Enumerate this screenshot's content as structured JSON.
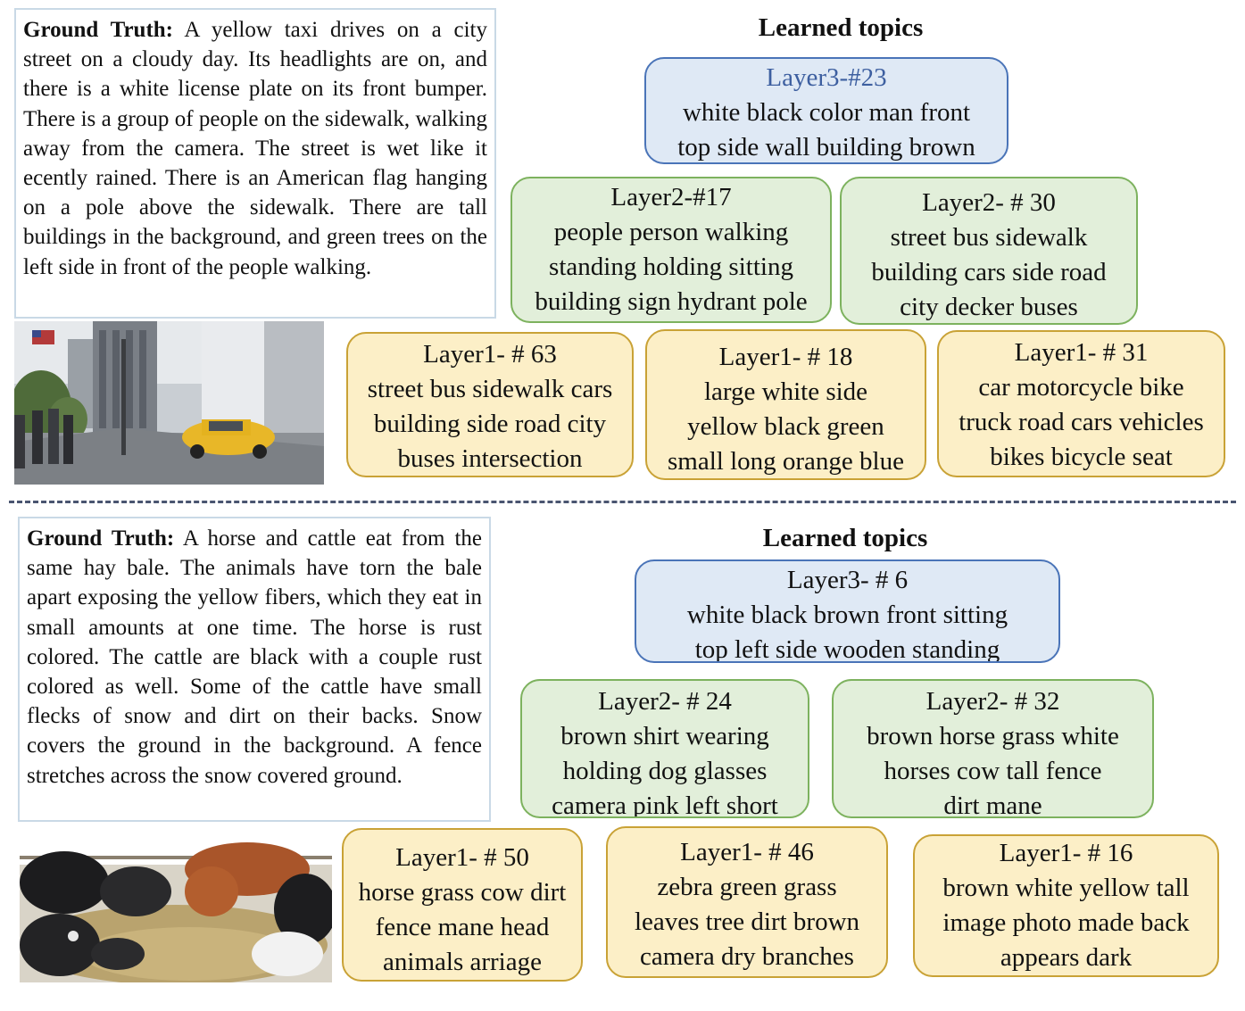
{
  "panels": [
    {
      "ground_truth_label": "Ground Truth:",
      "ground_truth_text": "A yellow taxi drives on a city street on a cloudy day. Its headlights are on, and there is a white license plate on its front bumper. There is a group of people on the sidewalk, walking away from the camera. The street is wet like it ecently rained. There is an American flag hanging on a pole above the sidewalk. There are tall buildings in the background, and green trees on the left side in front of the people walking.",
      "heading": "Learned topics",
      "layer3": [
        {
          "title": "Layer3-#23",
          "lines": [
            "white black color man front",
            "top side wall building brown"
          ]
        }
      ],
      "layer2": [
        {
          "title": "Layer2-#17",
          "lines": [
            "people person walking",
            "standing holding sitting",
            "building sign hydrant pole"
          ]
        },
        {
          "title": "Layer2- # 30",
          "lines": [
            "street bus sidewalk",
            "building cars side road",
            "city decker buses"
          ]
        }
      ],
      "layer1": [
        {
          "title": "Layer1- # 63",
          "lines": [
            "street bus sidewalk cars",
            "building side road city",
            "buses intersection"
          ]
        },
        {
          "title": "Layer1- # 18",
          "lines": [
            "large white side",
            "yellow black green",
            "small long orange blue"
          ]
        },
        {
          "title": "Layer1- # 31",
          "lines": [
            "car motorcycle bike",
            "truck road cars vehicles",
            "bikes bicycle seat"
          ]
        }
      ]
    },
    {
      "ground_truth_label": "Ground Truth:",
      "ground_truth_text": "A horse and cattle eat from the same hay bale. The animals have torn the bale apart exposing the yellow fibers, which they eat in small amounts at one time. The horse is rust colored. The cattle are black with a couple rust colored as well. Some of the cattle have small flecks of snow and dirt on their backs. Snow covers the ground in the background. A fence stretches across the snow covered ground.",
      "heading": "Learned topics",
      "layer3": [
        {
          "title": "Layer3- # 6",
          "lines": [
            "white black brown front sitting",
            "top left side wooden standing"
          ]
        }
      ],
      "layer2": [
        {
          "title": "Layer2- # 24",
          "lines": [
            "brown shirt wearing",
            "holding dog glasses",
            "camera pink left short"
          ]
        },
        {
          "title": "Layer2- # 32",
          "lines": [
            "brown horse grass white",
            "horses cow tall fence",
            "dirt mane"
          ]
        }
      ],
      "layer1": [
        {
          "title": "Layer1- # 50",
          "lines": [
            "horse grass cow dirt",
            "fence mane head",
            "animals arriage"
          ]
        },
        {
          "title": "Layer1- # 46",
          "lines": [
            "zebra green grass",
            "leaves tree dirt brown",
            "camera dry branches"
          ]
        },
        {
          "title": "Layer1- # 16",
          "lines": [
            "brown white yellow tall",
            "image photo made back",
            "appears dark"
          ]
        }
      ]
    }
  ],
  "colors": {
    "layer3_fill": "#dfe9f5",
    "layer3_border": "#4a74b8",
    "layer2_fill": "#e2efda",
    "layer2_border": "#7db25e",
    "layer1_fill": "#fcefc7",
    "layer1_border": "#c9a236",
    "divider": "#4a5570"
  }
}
